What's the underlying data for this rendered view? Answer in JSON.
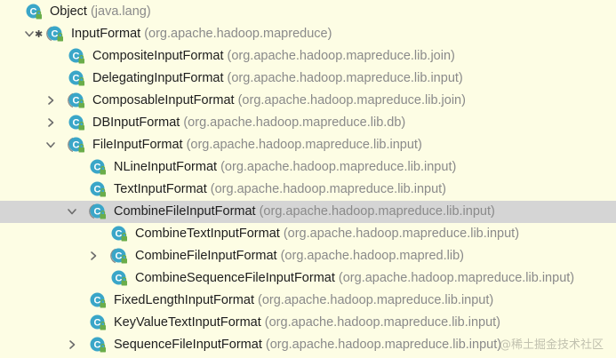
{
  "colors": {
    "background": "#fdfde4",
    "selection": "#d5d5d5",
    "class_icon_fill": "#3aa6c8",
    "abstract_marker": "#8a8a8a",
    "lock_green": "#6aad4a",
    "package_text": "#8a8a8a"
  },
  "tree": [
    {
      "id": "object",
      "name": "Object",
      "pkg": "(java.lang)",
      "depth": 0,
      "expander": "none",
      "abstract": false,
      "pin": false
    },
    {
      "id": "inputformat",
      "name": "InputFormat",
      "pkg": "(org.apache.hadoop.mapreduce)",
      "depth": 1,
      "expander": "expanded",
      "abstract": true,
      "pin": true
    },
    {
      "id": "compositeinputformat",
      "name": "CompositeInputFormat",
      "pkg": "(org.apache.hadoop.mapreduce.lib.join)",
      "depth": 2,
      "expander": "none",
      "abstract": false,
      "pin": false
    },
    {
      "id": "delegatinginputformat",
      "name": "DelegatingInputFormat",
      "pkg": "(org.apache.hadoop.mapreduce.lib.input)",
      "depth": 2,
      "expander": "none",
      "abstract": false,
      "pin": false
    },
    {
      "id": "composableinputformat",
      "name": "ComposableInputFormat",
      "pkg": "(org.apache.hadoop.mapreduce.lib.join)",
      "depth": 2,
      "expander": "collapsed",
      "abstract": true,
      "pin": false
    },
    {
      "id": "dbinputformat",
      "name": "DBInputFormat",
      "pkg": "(org.apache.hadoop.mapreduce.lib.db)",
      "depth": 2,
      "expander": "collapsed",
      "abstract": false,
      "pin": false
    },
    {
      "id": "fileinputformat",
      "name": "FileInputFormat",
      "pkg": "(org.apache.hadoop.mapreduce.lib.input)",
      "depth": 2,
      "expander": "expanded",
      "abstract": true,
      "pin": false
    },
    {
      "id": "nlineinputformat",
      "name": "NLineInputFormat",
      "pkg": "(org.apache.hadoop.mapreduce.lib.input)",
      "depth": 3,
      "expander": "none",
      "abstract": false,
      "pin": false
    },
    {
      "id": "textinputformat",
      "name": "TextInputFormat",
      "pkg": "(org.apache.hadoop.mapreduce.lib.input)",
      "depth": 3,
      "expander": "none",
      "abstract": false,
      "pin": false
    },
    {
      "id": "combinefileinputformat",
      "name": "CombineFileInputFormat",
      "pkg": "(org.apache.hadoop.mapreduce.lib.input)",
      "depth": 3,
      "expander": "expanded",
      "abstract": true,
      "pin": false,
      "selected": true
    },
    {
      "id": "combinetextinputformat",
      "name": "CombineTextInputFormat",
      "pkg": "(org.apache.hadoop.mapreduce.lib.input)",
      "depth": 4,
      "expander": "none",
      "abstract": false,
      "pin": false
    },
    {
      "id": "combinefileinputformat-mapred",
      "name": "CombineFileInputFormat",
      "pkg": "(org.apache.hadoop.mapred.lib)",
      "depth": 4,
      "expander": "collapsed",
      "abstract": true,
      "pin": false
    },
    {
      "id": "combinesequencefileinputformat",
      "name": "CombineSequenceFileInputFormat",
      "pkg": "(org.apache.hadoop.mapreduce.lib.input)",
      "depth": 4,
      "expander": "none",
      "abstract": false,
      "pin": false
    },
    {
      "id": "fixedlengthinputformat",
      "name": "FixedLengthInputFormat",
      "pkg": "(org.apache.hadoop.mapreduce.lib.input)",
      "depth": 3,
      "expander": "none",
      "abstract": false,
      "pin": false
    },
    {
      "id": "keyvaluetextinputformat",
      "name": "KeyValueTextInputFormat",
      "pkg": "(org.apache.hadoop.mapreduce.lib.input)",
      "depth": 3,
      "expander": "none",
      "abstract": false,
      "pin": false
    },
    {
      "id": "sequencefileinputformat",
      "name": "SequenceFileInputFormat",
      "pkg": "(org.apache.hadoop.mapreduce.lib.input)",
      "depth": 3,
      "expander": "collapsed",
      "abstract": false,
      "pin": false
    }
  ],
  "watermark": "@稀土掘金技术社区"
}
